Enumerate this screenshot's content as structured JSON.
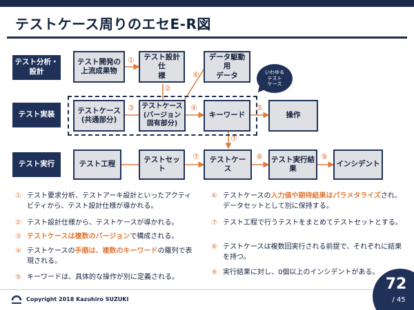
{
  "title": "テストケース周りのエセE-R図",
  "rows": {
    "analysis": "テスト分析・\n設計",
    "implementation": "テスト実装",
    "execution": "テスト実行"
  },
  "boxes": {
    "upstream": "テスト開発の\n上流成果物",
    "test_design_spec": "テスト設計仕\n様",
    "data_driven": "データ駆動用\nデータ",
    "testcase_common": "テストケース\n(共通部分)",
    "testcase_version": "テストケース\n(バージョン\n固有部分)",
    "keyword": "キーワード",
    "operation": "操作",
    "test_process": "テスト工程",
    "test_set": "テストセット",
    "testcase": "テストケース",
    "test_result": "テスト実行結\n果",
    "incident": "インシデント"
  },
  "bubble": "いわゆる\nテスト\nケース",
  "markers": [
    "①",
    "②",
    "③",
    "④",
    "⑤",
    "⑥",
    "⑦",
    "⑧",
    "⑨"
  ],
  "notes_left": [
    {
      "n": "①",
      "parts": [
        {
          "text": "テスト要求分析、テストアーキ設計といったアクティビティから、テスト設計仕様が導かれる。",
          "hl": false
        }
      ]
    },
    {
      "n": "②",
      "parts": [
        {
          "text": "テスト設計仕様から、テストケースが導かれる。",
          "hl": false
        }
      ]
    },
    {
      "n": "③",
      "parts": [
        {
          "text": "テストケースは複数のバージョン",
          "hl": true
        },
        {
          "text": "で構成される。",
          "hl": false
        }
      ]
    },
    {
      "n": "④",
      "parts": [
        {
          "text": "テストケースの",
          "hl": false
        },
        {
          "text": "手順は、複数のキーワード",
          "hl": true
        },
        {
          "text": "の羅列で表現される。",
          "hl": false
        }
      ]
    },
    {
      "n": "⑤",
      "parts": [
        {
          "text": "キーワードは、具体的な操作が別に定義される。",
          "hl": false
        }
      ]
    }
  ],
  "notes_right": [
    {
      "n": "⑥",
      "parts": [
        {
          "text": "テストケースの",
          "hl": false
        },
        {
          "text": "入力値や期待結果はパラメタライズ",
          "hl": true
        },
        {
          "text": "され、データセットとして別に保持する。",
          "hl": false
        }
      ]
    },
    {
      "n": "⑦",
      "parts": [
        {
          "text": "テスト工程で行うテストをまとめてテストセットとする。",
          "hl": false
        }
      ]
    },
    {
      "n": "⑧",
      "parts": [
        {
          "text": "テストケースは複数回実行される前提で、それぞれに結果を持つ。",
          "hl": false
        }
      ]
    },
    {
      "n": "⑨",
      "parts": [
        {
          "text": "実行結果に対し、0個以上のインシデントがある。",
          "hl": false
        }
      ]
    }
  ],
  "footer": {
    "copyright": "Copyright  2018 Kazuhiro SUZUKI",
    "page": "72",
    "total": "/ 45"
  },
  "colors": {
    "navy": "#1f3158",
    "accent": "#e07b39",
    "box_fill": "#dfe0e3"
  }
}
